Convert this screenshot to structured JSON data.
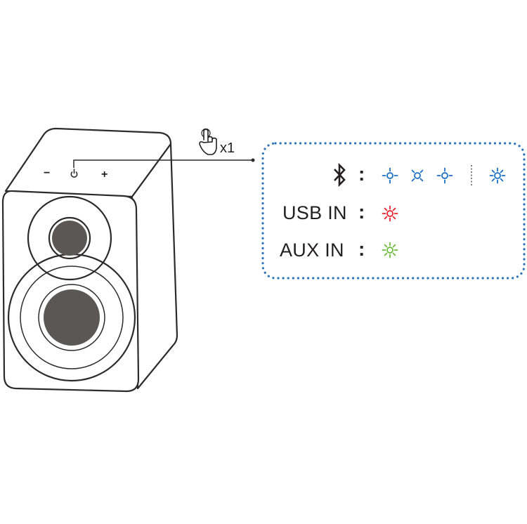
{
  "speaker": {
    "minus_label": "−",
    "plus_label": "+",
    "buttons": [
      "minus-button",
      "power-button",
      "plus-button"
    ]
  },
  "press": {
    "icon": "tap-hand-icon",
    "count_label": "x1"
  },
  "indicator_panel": {
    "rows": [
      {
        "key": "bluetooth",
        "label_icon": "bluetooth-icon",
        "separator": ":",
        "led_color": "#1a6fc4",
        "leds": [
          "on",
          "off",
          "on",
          "divider",
          "on"
        ]
      },
      {
        "key": "usb",
        "label": "USB IN",
        "separator": ":",
        "led_color": "#e8202a",
        "leds": [
          "on"
        ]
      },
      {
        "key": "aux",
        "label": "AUX IN",
        "separator": ":",
        "led_color": "#6cbb3c",
        "leds": [
          "on"
        ]
      }
    ],
    "border_color": "#2f73b8"
  }
}
